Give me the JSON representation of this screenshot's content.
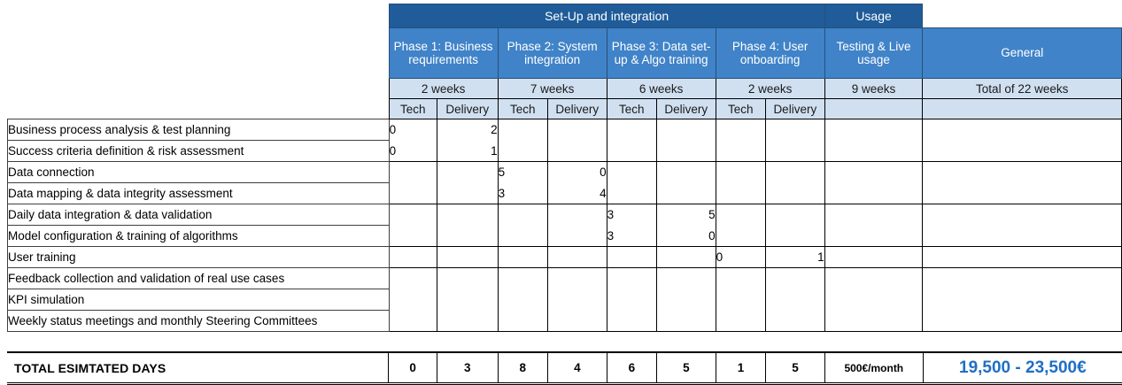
{
  "table": {
    "group_headers": [
      {
        "label": "Set-Up and integration",
        "span": 8
      },
      {
        "label": "Usage",
        "span": 1
      },
      {
        "label": "",
        "span": 1
      }
    ],
    "phase_headers": [
      "Phase 1: Business requirements",
      "Phase 2: System integration",
      "Phase 3: Data set-up & Algo training",
      "Phase 4: User onboarding",
      "Testing & Live usage",
      "General"
    ],
    "duration_headers": [
      "2 weeks",
      "7 weeks",
      "6 weeks",
      "2 weeks",
      "9 weeks",
      "Total of 22 weeks"
    ],
    "subcolumn_headers": [
      "Tech",
      "Delivery",
      "Tech",
      "Delivery",
      "Tech",
      "Delivery",
      "Tech",
      "Delivery",
      "",
      ""
    ],
    "rows": [
      {
        "label": "Business process analysis & test planning",
        "values": [
          "0",
          "2",
          "",
          "",
          "",
          "",
          "",
          "",
          "",
          ""
        ]
      },
      {
        "label": "Success criteria definition & risk assessment",
        "values": [
          "0",
          "1",
          "",
          "",
          "",
          "",
          "",
          "",
          "",
          ""
        ]
      },
      {
        "label": "Data connection",
        "values": [
          "",
          "",
          "5",
          "0",
          "",
          "",
          "",
          "",
          "",
          ""
        ]
      },
      {
        "label": "Data mapping & data integrity assessment",
        "values": [
          "",
          "",
          "3",
          "4",
          "",
          "",
          "",
          "",
          "",
          ""
        ]
      },
      {
        "label": "Daily data integration & data validation",
        "values": [
          "",
          "",
          "",
          "",
          "3",
          "5",
          "",
          "",
          "",
          ""
        ]
      },
      {
        "label": "Model configuration & training of algorithms",
        "values": [
          "",
          "",
          "",
          "",
          "3",
          "0",
          "",
          "",
          "",
          ""
        ]
      },
      {
        "label": "User training",
        "values": [
          "",
          "",
          "",
          "",
          "",
          "",
          "0",
          "1",
          "",
          ""
        ]
      },
      {
        "label": "Feedback collection and validation of real use cases",
        "values": [
          "",
          "",
          "",
          "",
          "",
          "",
          "",
          "",
          "",
          ""
        ]
      },
      {
        "label": "KPI simulation",
        "values": [
          "",
          "",
          "",
          "",
          "",
          "",
          "",
          "",
          "",
          ""
        ]
      },
      {
        "label": "Weekly status meetings and monthly Steering Committees",
        "values": [
          "",
          "",
          "",
          "",
          "",
          "",
          "",
          "",
          "",
          ""
        ]
      }
    ],
    "totals": {
      "label": "TOTAL ESIMTATED DAYS",
      "values": [
        "0",
        "3",
        "8",
        "4",
        "6",
        "5",
        "1",
        "5"
      ],
      "usage_value": "500€/month",
      "general_value": "19,500 - 23,500€"
    }
  },
  "colors": {
    "header_dark": "#1F5C99",
    "header_mid": "#4083C8",
    "header_light": "#D0E0F1",
    "total_accent": "#1F6FC4"
  }
}
